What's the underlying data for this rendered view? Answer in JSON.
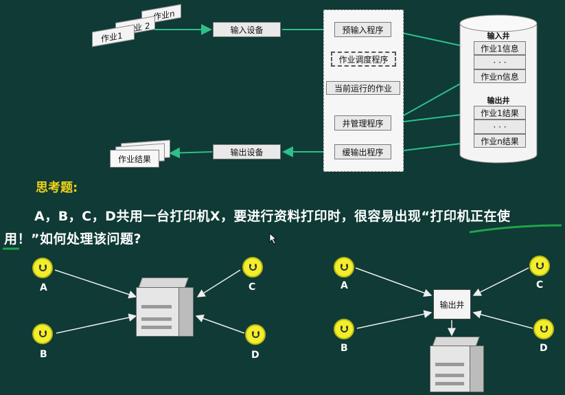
{
  "flow": {
    "job_cards": [
      "作业n",
      "作业 2",
      "作业1"
    ],
    "input_device": "输入设备",
    "output_device": "输出设备",
    "job_result": "作业结果",
    "pre_input": "预输入程序",
    "job_scheduler": "作业调度程序",
    "running_job": "当前运行的作业",
    "spool_manager": "井管理程序",
    "buffer_output": "缓输出程序",
    "input_well_title": "输入井",
    "input_well_items": [
      "作业1信息",
      "·  ·  ·",
      "作业n信息"
    ],
    "output_well_title": "输出井",
    "output_well_items": [
      "作业1结果",
      "·  ·  ·",
      "作业n结果"
    ]
  },
  "question": {
    "heading": "思考题:",
    "line1": "A，B，C，D共用一台打印机X，要进行资料打印时，很容易出现“打印机正在使",
    "line2": "用！”如何处理该问题?"
  },
  "left_scenario": {
    "users": [
      "A",
      "B",
      "C",
      "D"
    ]
  },
  "right_scenario": {
    "users": [
      "A",
      "B",
      "C",
      "D"
    ],
    "spool_box": "输出井"
  },
  "colors": {
    "background": "#0f3a35",
    "heading": "#f0d21a",
    "underline": "#1fa54a",
    "arrow": "#2ec08a"
  }
}
